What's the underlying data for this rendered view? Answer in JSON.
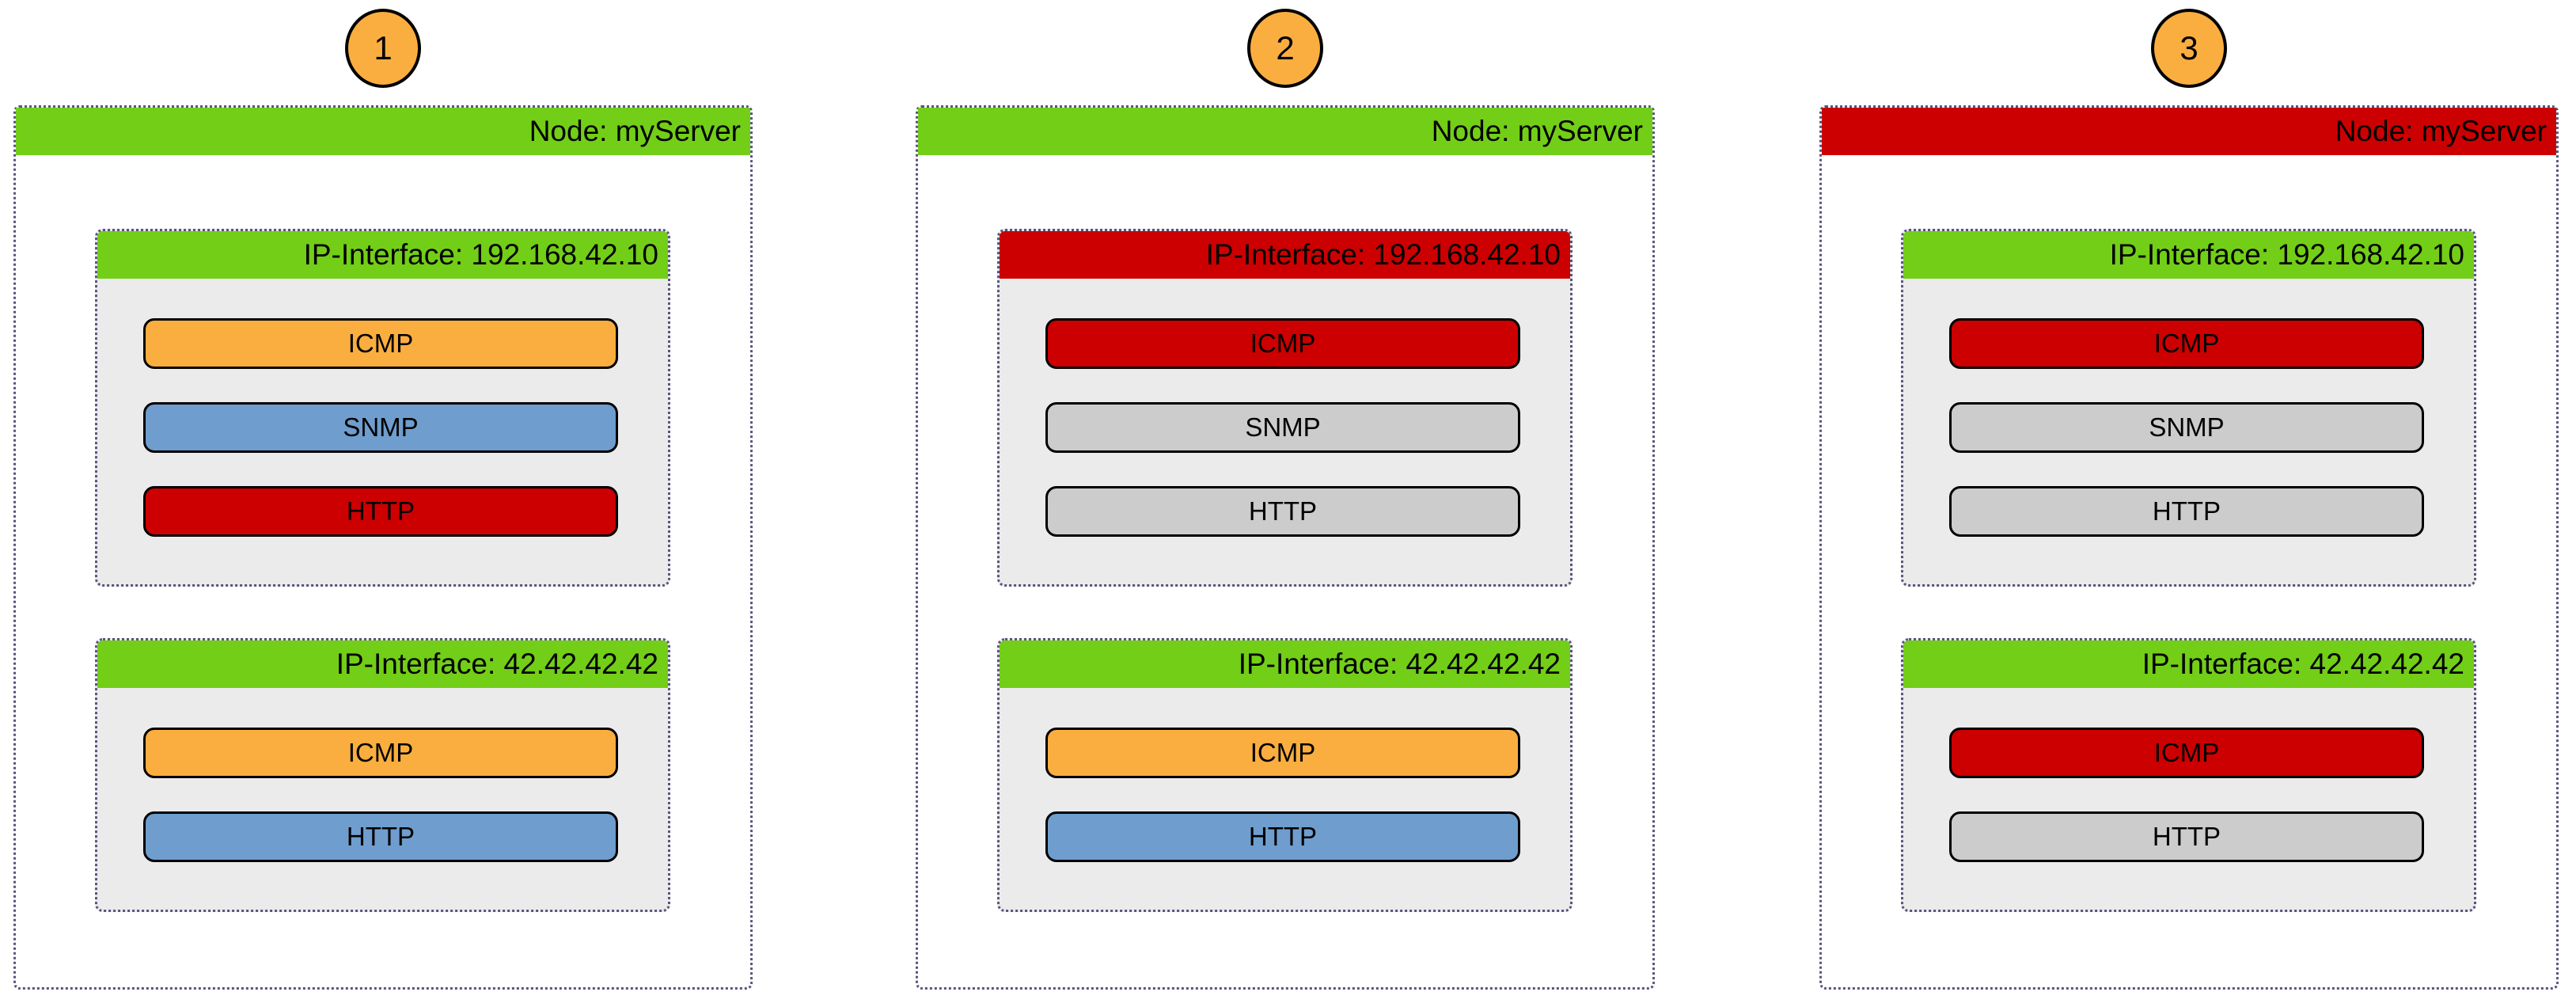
{
  "diagram": {
    "colors": {
      "green": "#72CE17",
      "red": "#CC0000",
      "orange": "#FBAE40",
      "blue": "#6F9DCE",
      "gray": "#CCCCCC",
      "bodyGray": "#EBEBEB",
      "dot": "#55557E"
    },
    "panels": [
      {
        "number": "1",
        "node": {
          "label": "Node: myServer",
          "status": "green"
        },
        "interfaces": [
          {
            "label": "IP-Interface: 192.168.42.10",
            "status": "green",
            "protocols": [
              {
                "label": "ICMP",
                "status": "orange"
              },
              {
                "label": "SNMP",
                "status": "blue"
              },
              {
                "label": "HTTP",
                "status": "red"
              }
            ]
          },
          {
            "label": "IP-Interface: 42.42.42.42",
            "status": "green",
            "protocols": [
              {
                "label": "ICMP",
                "status": "orange"
              },
              {
                "label": "HTTP",
                "status": "blue"
              }
            ]
          }
        ]
      },
      {
        "number": "2",
        "node": {
          "label": "Node: myServer",
          "status": "green"
        },
        "interfaces": [
          {
            "label": "IP-Interface: 192.168.42.10",
            "status": "red",
            "protocols": [
              {
                "label": "ICMP",
                "status": "red"
              },
              {
                "label": "SNMP",
                "status": "gray"
              },
              {
                "label": "HTTP",
                "status": "gray"
              }
            ]
          },
          {
            "label": "IP-Interface: 42.42.42.42",
            "status": "green",
            "protocols": [
              {
                "label": "ICMP",
                "status": "orange"
              },
              {
                "label": "HTTP",
                "status": "blue"
              }
            ]
          }
        ]
      },
      {
        "number": "3",
        "node": {
          "label": "Node: myServer",
          "status": "red"
        },
        "interfaces": [
          {
            "label": "IP-Interface: 192.168.42.10",
            "status": "green",
            "protocols": [
              {
                "label": "ICMP",
                "status": "red"
              },
              {
                "label": "SNMP",
                "status": "gray"
              },
              {
                "label": "HTTP",
                "status": "gray"
              }
            ]
          },
          {
            "label": "IP-Interface: 42.42.42.42",
            "status": "green",
            "protocols": [
              {
                "label": "ICMP",
                "status": "red"
              },
              {
                "label": "HTTP",
                "status": "gray"
              }
            ]
          }
        ]
      }
    ]
  }
}
